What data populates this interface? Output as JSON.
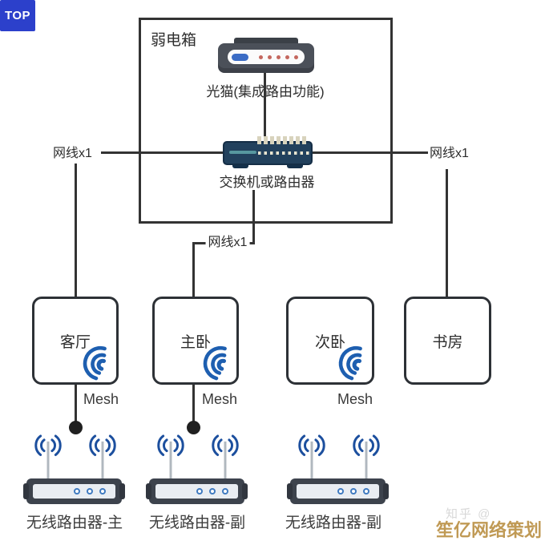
{
  "badge": {
    "label": "TOP"
  },
  "cabinet": {
    "label": "弱电箱"
  },
  "modem": {
    "label": "光猫(集成路由功能)"
  },
  "switch": {
    "label": "交换机或路由器"
  },
  "cables": {
    "left_label": "网线x1",
    "right_label": "网线x1",
    "middle_label": "网线x1"
  },
  "rooms": [
    {
      "label": "客厅",
      "mesh_label": "Mesh"
    },
    {
      "label": "主卧",
      "mesh_label": "Mesh"
    },
    {
      "label": "次卧",
      "mesh_label": "Mesh"
    },
    {
      "label": "书房"
    }
  ],
  "routers": [
    {
      "label": "无线路由器-主"
    },
    {
      "label": "无线路由器-副"
    },
    {
      "label": "无线路由器-副"
    }
  ],
  "watermark": {
    "faint_label": "知乎 @",
    "brand_label": "笙亿网络策划"
  },
  "colors": {
    "badge_blue": "#2c40cb",
    "line_dark": "#333333",
    "wifi_blue": "#1e5fb0",
    "antenna_signal_blue": "#1c4f9e",
    "modem_body": "#4b5059",
    "modem_led_red": "#c4675e",
    "modem_led_blue": "#3b6cc5",
    "switch_body": "#22415d",
    "switch_accent_teal": "#57989f",
    "router_body": "#3d434d",
    "router_panel": "#e9edf2",
    "router_led_blue": "#3f7ac0",
    "watermark_gold": "#c09a55"
  }
}
